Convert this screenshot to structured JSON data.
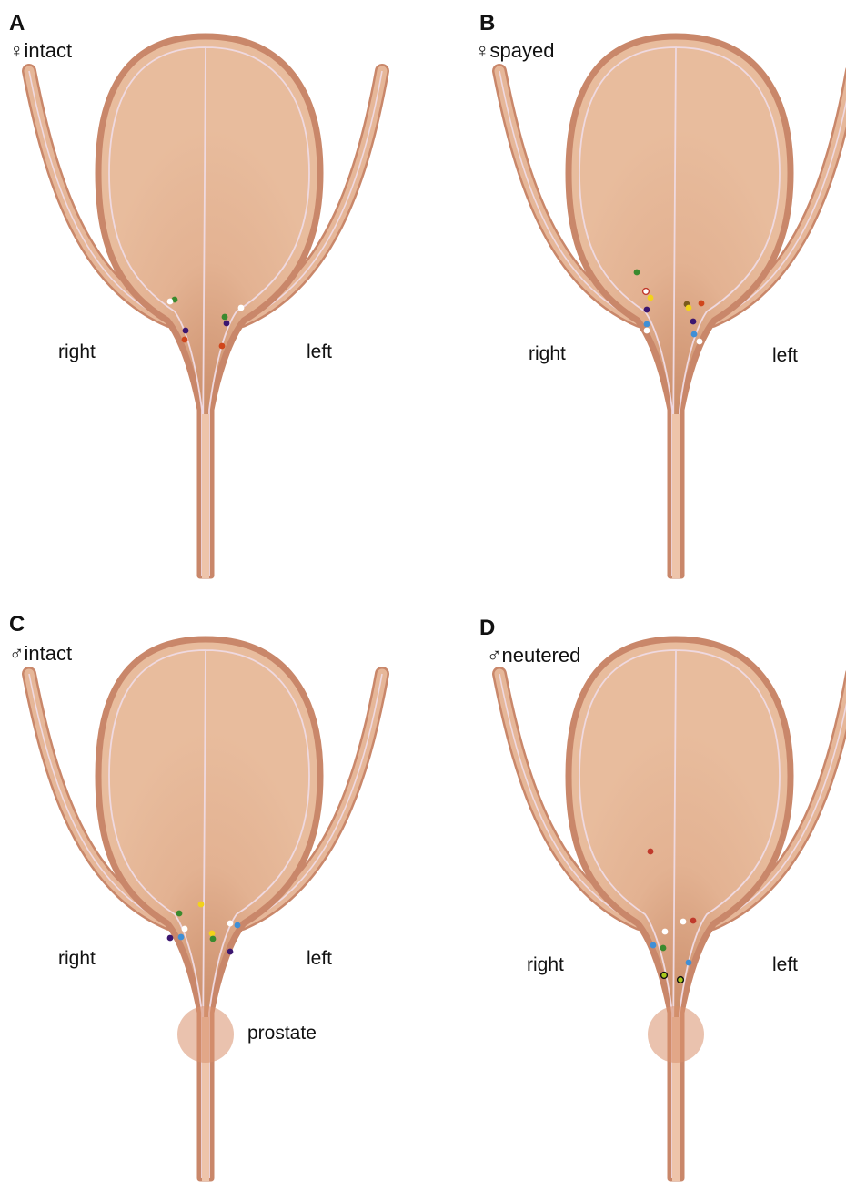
{
  "panels": [
    {
      "letter": "A",
      "title": "♀intact",
      "right_label": "right",
      "left_label": "left",
      "prostate_label": "",
      "has_prostate": false,
      "dots": [
        {
          "color": "#3a8a2e"
        },
        {
          "color": "#ffffff"
        },
        {
          "color": "#ffffff"
        },
        {
          "color": "#3a8a2e"
        },
        {
          "color": "#3b1670"
        },
        {
          "color": "#3b1670"
        },
        {
          "color": "#d0461c"
        },
        {
          "color": "#d0461c"
        }
      ]
    },
    {
      "letter": "B",
      "title": "♀spayed",
      "right_label": "right",
      "left_label": "left",
      "prostate_label": "",
      "has_prostate": false,
      "dots": [
        {
          "color": "#3a8a2e"
        },
        {
          "color": "#ffffff",
          "ring": "#c0392b"
        },
        {
          "color": "#f2d21b"
        },
        {
          "color": "#3b1670"
        },
        {
          "color": "#3f8fd6"
        },
        {
          "color": "#ffffff"
        },
        {
          "color": "#7a5a1e"
        },
        {
          "color": "#f2d21b"
        },
        {
          "color": "#d0461c"
        },
        {
          "color": "#3b1670"
        },
        {
          "color": "#3f8fd6"
        },
        {
          "color": "#ffffff"
        }
      ]
    },
    {
      "letter": "C",
      "title": "♂intact",
      "right_label": "right",
      "left_label": "left",
      "prostate_label": "prostate",
      "has_prostate": true,
      "dots": [
        {
          "color": "#f2d21b"
        },
        {
          "color": "#3a8a2e"
        },
        {
          "color": "#ffffff"
        },
        {
          "color": "#3b1670"
        },
        {
          "color": "#3f8fd6"
        },
        {
          "color": "#f2d21b"
        },
        {
          "color": "#3a8a2e"
        },
        {
          "color": "#ffffff"
        },
        {
          "color": "#3f8fd6"
        },
        {
          "color": "#3b1670"
        }
      ]
    },
    {
      "letter": "D",
      "title": "♂neutered",
      "right_label": "right",
      "left_label": "left",
      "prostate_label": "",
      "has_prostate": true,
      "dots": [
        {
          "color": "#c0392b"
        },
        {
          "color": "#ffffff"
        },
        {
          "color": "#c0392b"
        },
        {
          "color": "#ffffff"
        },
        {
          "color": "#3f8fd6"
        },
        {
          "color": "#3a8a2e"
        },
        {
          "color": "#3f8fd6"
        },
        {
          "color": "#a8c81c",
          "ring": "#111111"
        },
        {
          "color": "#a8c81c",
          "ring": "#111111"
        }
      ]
    }
  ],
  "colors": {
    "tissue_fill": "#e3b292",
    "tissue_stroke": "#c9876a",
    "tissue_dark": "#cf9a7a",
    "inner_line": "#efd9e0",
    "prostate": "#d8906c"
  }
}
